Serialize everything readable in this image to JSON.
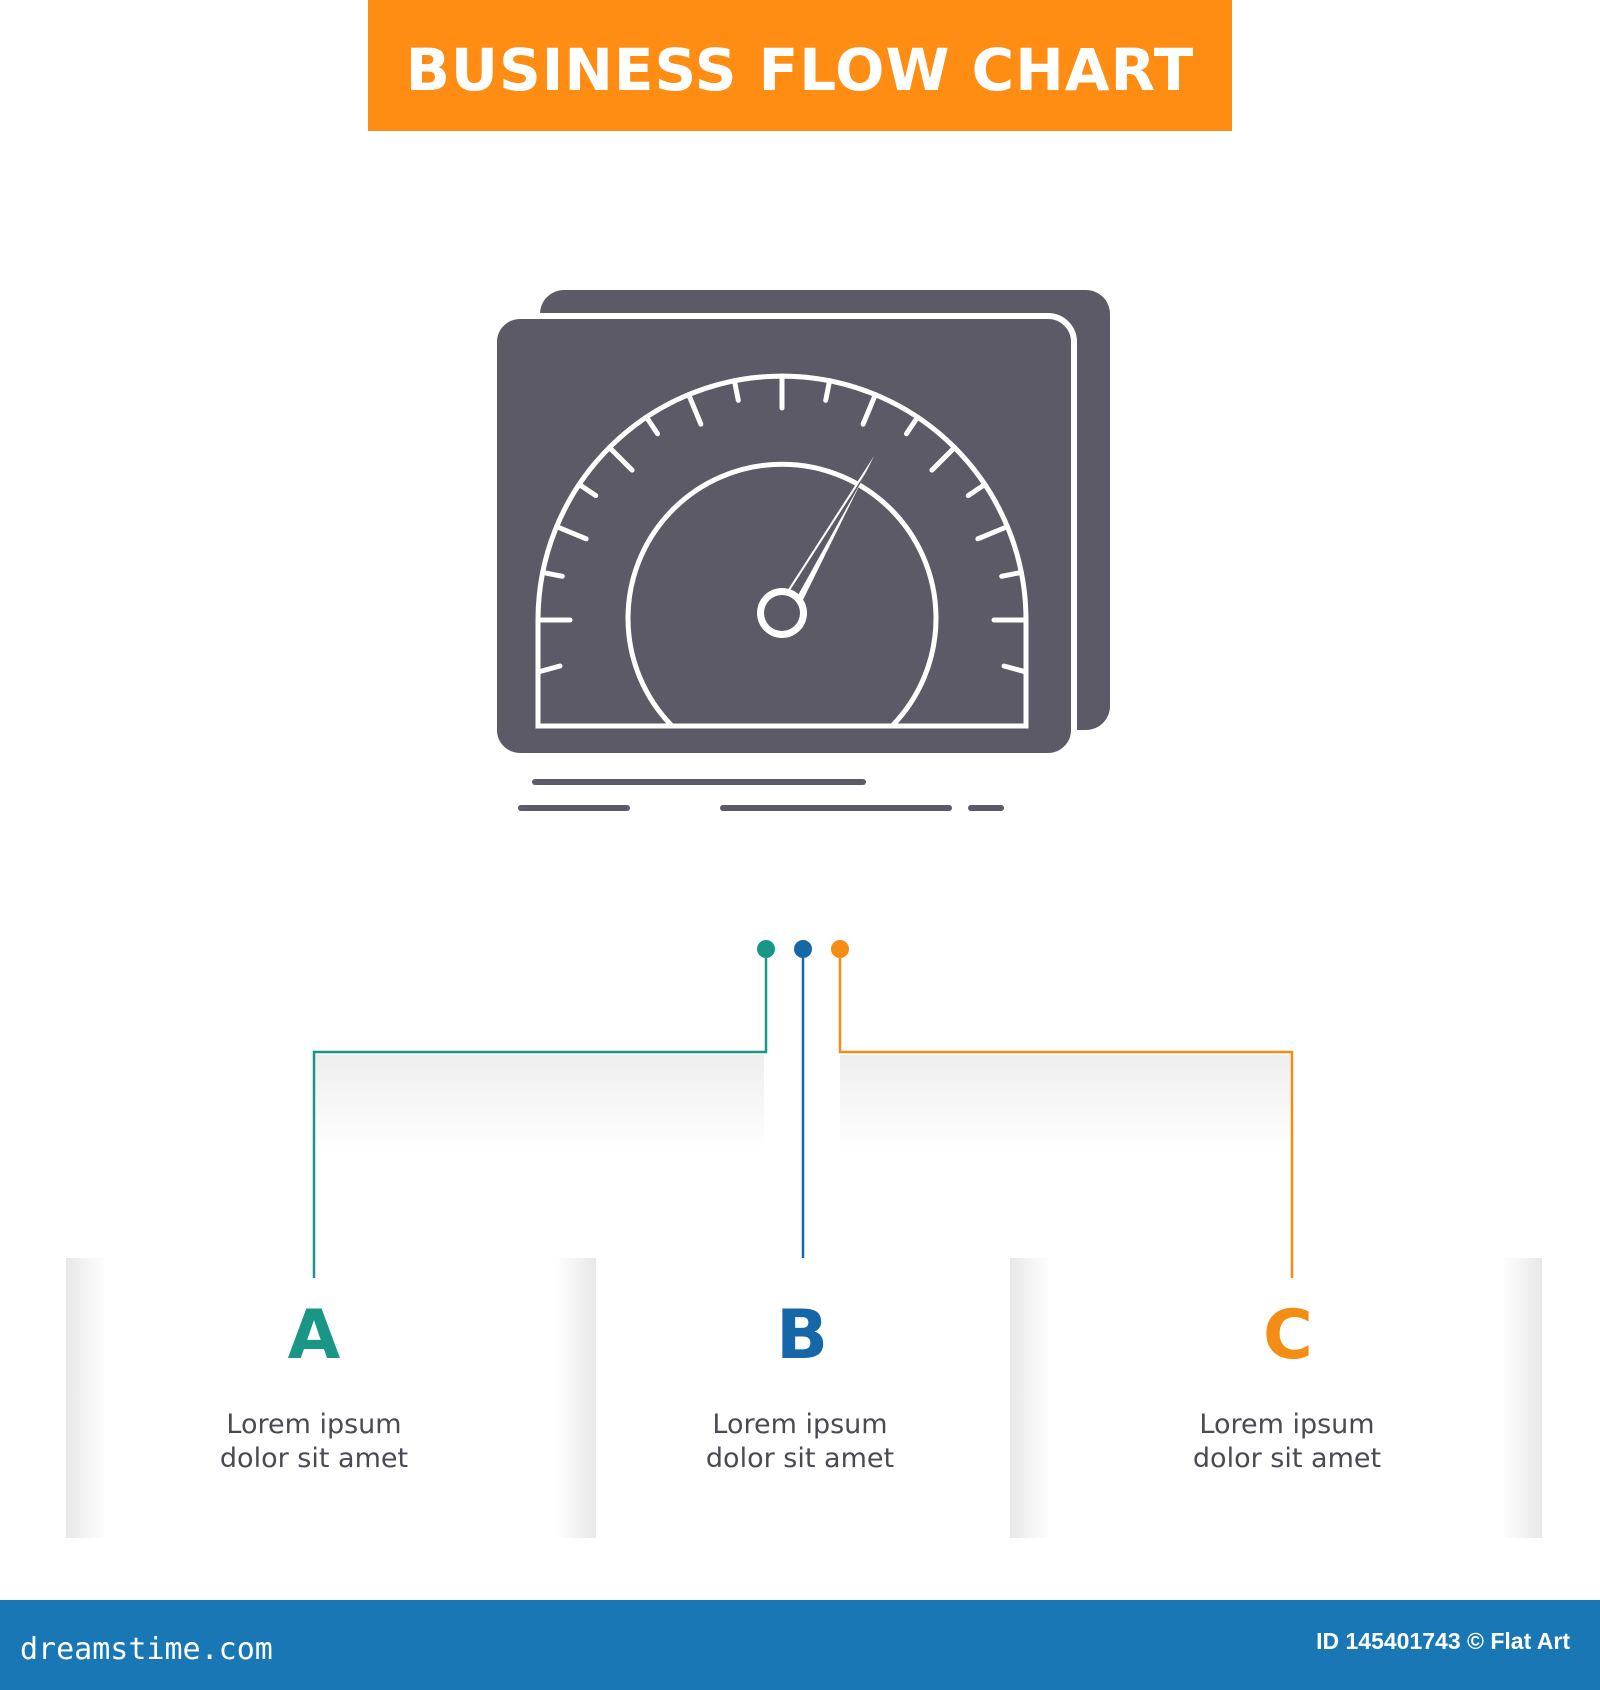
{
  "title": "BUSINESS FLOW CHART",
  "colors": {
    "banner": "#ff8c13",
    "icon": "#5c5a66",
    "teal": "#1a9687",
    "blue": "#1667a8",
    "orange": "#f58c13",
    "footer": "#1877b4"
  },
  "icon": {
    "name": "dashboard-speedometer-icon"
  },
  "steps": [
    {
      "letter": "A",
      "line1": "Lorem ipsum",
      "line2": "dolor sit amet",
      "color": "#1a9687"
    },
    {
      "letter": "B",
      "line1": "Lorem ipsum",
      "line2": "dolor sit amet",
      "color": "#1667a8"
    },
    {
      "letter": "C",
      "line1": "Lorem ipsum",
      "line2": "dolor sit amet",
      "color": "#f58c13"
    }
  ],
  "footer": {
    "site": "dreamstime.com",
    "id_text": "ID 145401743 © Flat Art"
  }
}
